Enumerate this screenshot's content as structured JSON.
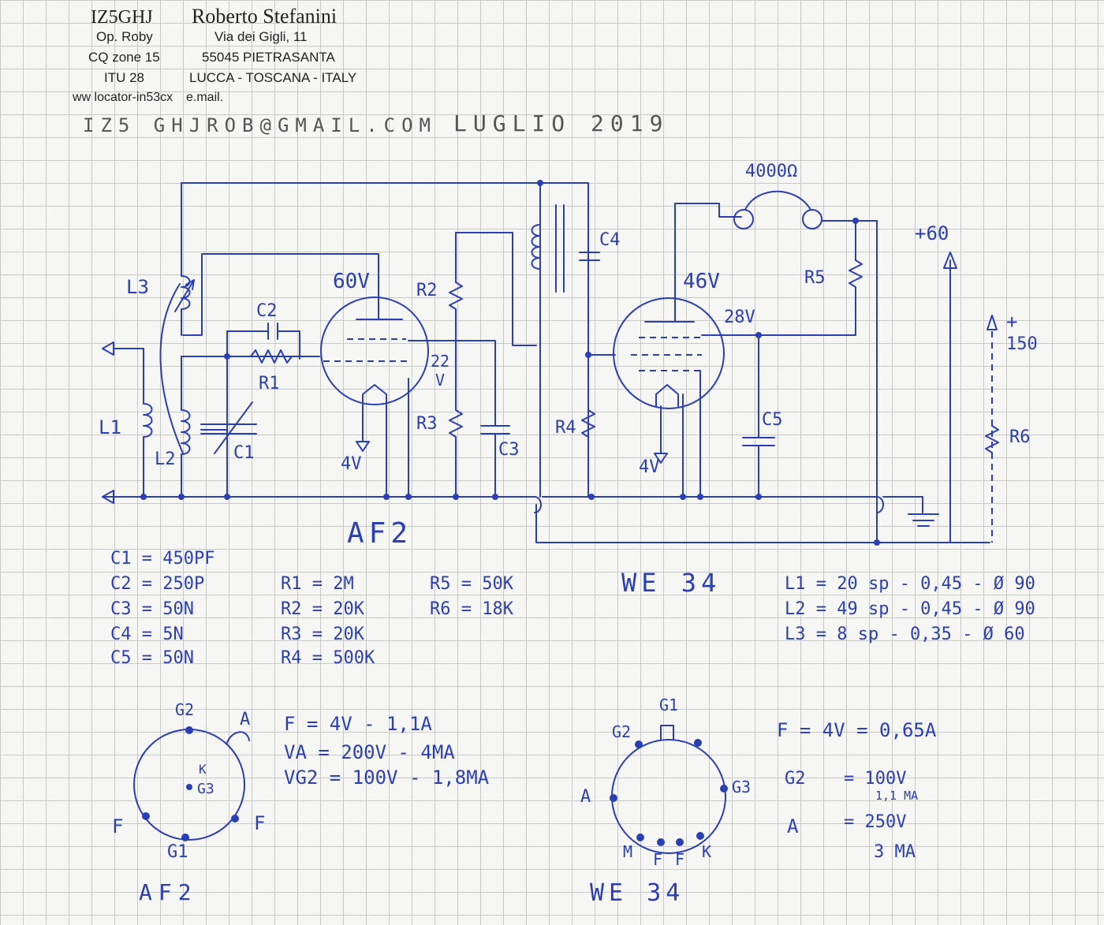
{
  "header": {
    "callsign": "IZ5GHJ",
    "operator": "Op. Roby",
    "cq_zone": "CQ zone 15",
    "itu": "ITU 28",
    "locator": "ww locator-in53cx",
    "name": "Roberto Stefanini",
    "street": "Via dei Gigli, 11",
    "city": "55045 PIETRASANTA",
    "region": "LUCCA - TOSCANA - ITALY",
    "email_label": "e.mail.",
    "email_hand": "IZ5 GHJROB@GMAIL.COM",
    "date": "LUGLIO 2019"
  },
  "schematic": {
    "labels": {
      "L1": "L1",
      "L2": "L2",
      "L3": "L3",
      "C1": "C1",
      "C2": "C2",
      "C3": "C3",
      "C4": "C4",
      "C5": "C5",
      "R1": "R1",
      "R2": "R2",
      "R3": "R3",
      "R4": "R4",
      "R5": "R5",
      "R6": "R6",
      "v60": "60V",
      "v22": "22",
      "v22b": "V",
      "v4a": "4V",
      "v46": "46V",
      "v28": "28V",
      "v4b": "4V",
      "phones": "4000Ω",
      "plus60": "+60",
      "plus150a": "+",
      "plus150b": "150"
    },
    "tube1": "AF2",
    "tube2": "WE 34"
  },
  "components": {
    "capacitors": [
      "C1 = 450PF",
      "C2 = 250P",
      "C3 = 50N",
      "C4 = 5N",
      "C5 = 50N"
    ],
    "resistors": [
      "R1 = 2M",
      "R2 = 20K",
      "R3 = 20K",
      "R4 = 500K"
    ],
    "resistors2": [
      "R5 = 50K",
      "R6 = 18K"
    ],
    "coils": [
      "L1 = 20 sp - 0,45 - Ø 90",
      "L2 = 49 sp - 0,45 - Ø 90",
      "L3 = 8 sp - 0,35 - Ø 60"
    ]
  },
  "pinout_af2": {
    "pins": {
      "g2": "G2",
      "a": "A",
      "k": "K",
      "g3": "G3",
      "f1": "F",
      "f2": "F",
      "g1": "G1"
    },
    "title": "AF2",
    "specs": [
      "F = 4V - 1,1A",
      "VA = 200V - 4MA",
      "VG2 = 100V - 1,8MA"
    ]
  },
  "pinout_we34": {
    "pins": {
      "g1": "G1",
      "g2": "G2",
      "g3": "G3",
      "a": "A",
      "m": "M",
      "f1": "F",
      "f2": "F",
      "k": "K"
    },
    "title": "WE 34",
    "specs": {
      "f": "F = 4V = 0,65A",
      "g2": "G2",
      "g2v": "= 100V",
      "g2i": "1,1 MA",
      "a": "A",
      "av": "= 250V",
      "ai": "3 MA"
    }
  }
}
